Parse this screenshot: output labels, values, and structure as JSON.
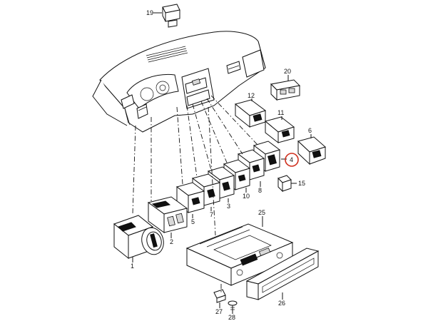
{
  "diagram": {
    "accent_color": "#d0311f",
    "callouts": [
      {
        "id": "19",
        "label": "19"
      },
      {
        "id": "20",
        "label": "20"
      },
      {
        "id": "12",
        "label": "12"
      },
      {
        "id": "11",
        "label": "11"
      },
      {
        "id": "6",
        "label": "6"
      },
      {
        "id": "4",
        "label": "4",
        "highlighted": true
      },
      {
        "id": "8",
        "label": "8"
      },
      {
        "id": "15",
        "label": "15"
      },
      {
        "id": "10",
        "label": "10"
      },
      {
        "id": "3",
        "label": "3"
      },
      {
        "id": "7",
        "label": "7"
      },
      {
        "id": "5",
        "label": "5"
      },
      {
        "id": "2",
        "label": "2"
      },
      {
        "id": "1",
        "label": "1"
      },
      {
        "id": "25",
        "label": "25"
      },
      {
        "id": "26",
        "label": "26"
      },
      {
        "id": "27",
        "label": "27"
      },
      {
        "id": "28",
        "label": "28"
      }
    ]
  }
}
